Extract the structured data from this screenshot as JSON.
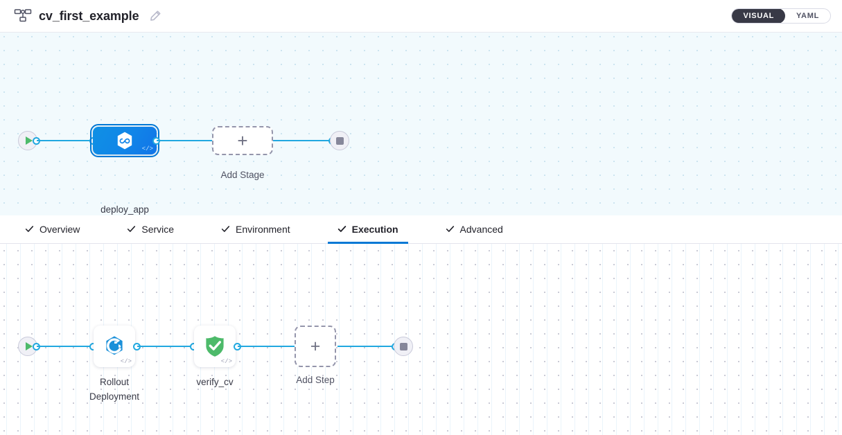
{
  "header": {
    "pipeline_icon": "pipeline-hierarchy-icon",
    "title": "cv_first_example",
    "edit_icon": "pencil-icon",
    "mode_toggle": {
      "options": [
        "VISUAL",
        "YAML"
      ],
      "selected": "VISUAL"
    }
  },
  "stage_canvas": {
    "start_node": {
      "name": "start-node",
      "icon": "play-icon"
    },
    "nodes": [
      {
        "name": "deploy_app",
        "label": "deploy_app",
        "icon": "harness-cd-hexagon-icon",
        "selected": true,
        "badge": "</>"
      }
    ],
    "add_stage": {
      "label": "Add Stage",
      "icon": "plus-icon"
    },
    "end_node": {
      "name": "end-node",
      "icon": "stop-icon"
    }
  },
  "tabs": [
    {
      "label": "Overview",
      "icon": "check-icon",
      "active": false
    },
    {
      "label": "Service",
      "icon": "check-icon",
      "active": false
    },
    {
      "label": "Environment",
      "icon": "check-icon",
      "active": false
    },
    {
      "label": "Execution",
      "icon": "check-icon",
      "active": true
    },
    {
      "label": "Advanced",
      "icon": "check-icon",
      "active": false
    }
  ],
  "step_canvas": {
    "start_node": {
      "name": "start-node",
      "icon": "play-icon"
    },
    "steps": [
      {
        "name": "rollout-deployment",
        "label": "Rollout\nDeployment",
        "icon": "rollout-deployment-icon",
        "badge": "</>"
      },
      {
        "name": "verify_cv",
        "label": "verify_cv",
        "icon": "green-shield-check-icon",
        "badge": "</>"
      }
    ],
    "add_step": {
      "label": "Add Step",
      "icon": "plus-icon"
    },
    "end_node": {
      "name": "end-node",
      "icon": "stop-icon"
    }
  },
  "colors": {
    "accent_blue": "#0278d5",
    "edge_blue": "#21a8e0",
    "stage_blue": "#1185e8",
    "toggle_dark": "#383946",
    "success_green": "#4dba6a",
    "canvas_top_bg": "#f2fafd",
    "canvas_bottom_bg": "#ffffff"
  }
}
